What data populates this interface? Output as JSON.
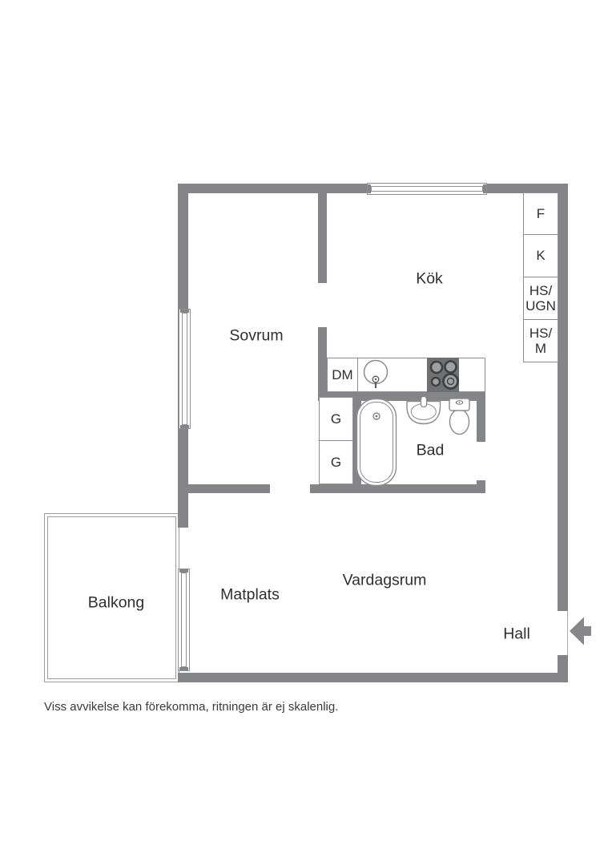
{
  "rooms": {
    "sovrum": "Sovrum",
    "kok": "Kök",
    "bad": "Bad",
    "vardagsrum": "Vardagsrum",
    "matplats": "Matplats",
    "hall": "Hall",
    "balkong": "Balkong"
  },
  "appliances": {
    "fridge": "F",
    "freezer": "K",
    "hs_ugn": "HS/\nUGN",
    "hs_m": "HS/\nM",
    "dishwasher": "DM",
    "closet1": "G",
    "closet2": "G"
  },
  "footer": {
    "disclaimer": "Viss avvikelse kan förekomma, ritningen är ej skalenlig."
  },
  "colors": {
    "wall": "#838588",
    "thin_line": "#8f9194",
    "stove": "#6e7072",
    "text": "#2d2f31"
  }
}
